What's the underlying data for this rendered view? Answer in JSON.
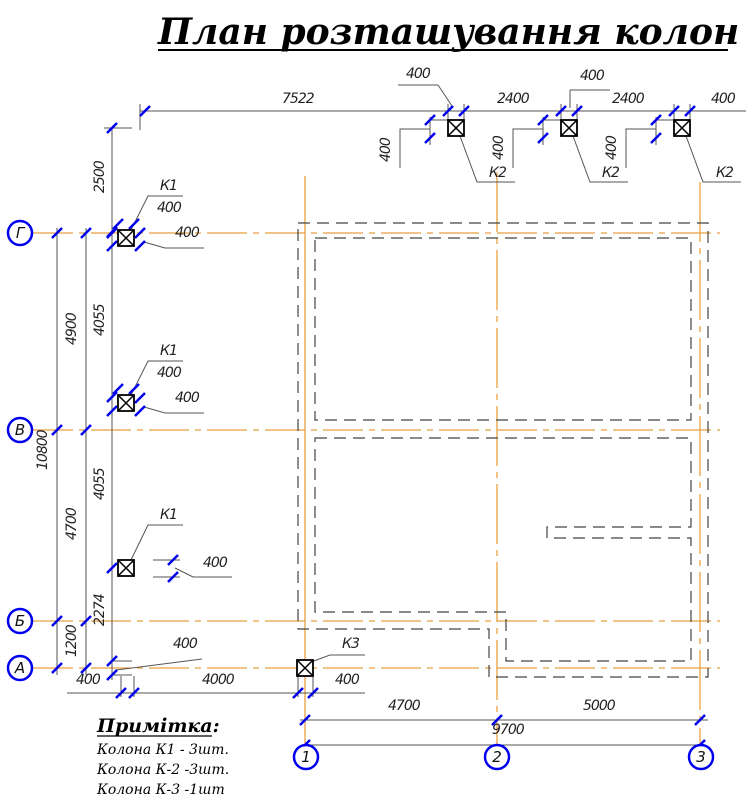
{
  "title": "План розташування колон",
  "axes": {
    "rows": [
      "Г",
      "В",
      "Б",
      "А"
    ],
    "cols": [
      "1",
      "2",
      "3"
    ]
  },
  "colors": {
    "axis": "#e8a040",
    "marker": "#0000ee",
    "line": "#555555"
  },
  "columns": {
    "k1": "К1",
    "k2": "К2",
    "k3": "К3"
  },
  "dimensions": {
    "top_7522": "7522",
    "top_2400_a": "2400",
    "top_2400_b": "2400",
    "top_400_end": "400",
    "k2_400_a_w": "400",
    "k2_400_b_w": "400",
    "k2_400_a_h": "400",
    "k2_400_b_h": "400",
    "k2_400_c_h": "400",
    "left_2500": "2500",
    "left_10800": "10800",
    "left_4900": "4900",
    "left_4700": "4700",
    "left_1200": "1200",
    "left_4055_a": "4055",
    "left_4055_b": "4055",
    "left_2274": "2274",
    "k1a_400_w": "400",
    "k1a_400_h": "400",
    "k1b_400_w": "400",
    "k1b_400_h": "400",
    "k1c_400": "400",
    "a_400": "400",
    "bottom_400": "400",
    "bottom_4000": "4000",
    "k3_400": "400",
    "bottom_4700": "4700",
    "bottom_5000": "5000",
    "bottom_9700": "9700"
  },
  "note": {
    "heading": "Примітка:",
    "lines": [
      "Колона К1 - 3шт.",
      "Колона К-2 -3шт.",
      "Колона К-3 -1шт"
    ]
  }
}
